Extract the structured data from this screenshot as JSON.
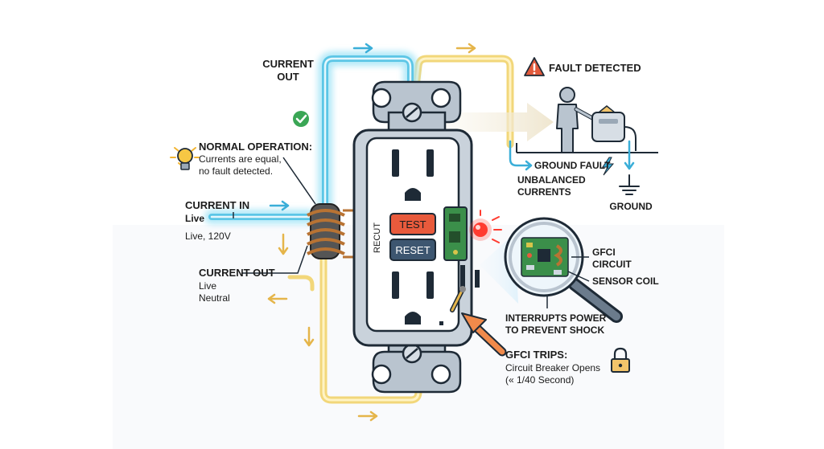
{
  "labels": {
    "current_out_top_1": "CURRENT",
    "current_out_top_2": "OUT",
    "normal_title": "NORMAL OPERATION:",
    "normal_line1": "Currents are equal,",
    "normal_line2": "no fault detected.",
    "current_in": "CURRENT IN",
    "current_in_live": "Live",
    "current_in_voltage": "Live, 120V",
    "current_out_bottom": "CURRENT OUT",
    "current_out_live": "Live",
    "current_out_neutral": "Neutral",
    "fault_detected": "FAULT DETECTED",
    "ground_fault": "GROUND FAULT",
    "unbalanced_1": "UNBALANCED",
    "unbalanced_2": "CURRENTS",
    "ground": "GROUND",
    "gfci_circuit_1": "GFCI",
    "gfci_circuit_2": "CIRCUIT",
    "sensor_coil": "SENSOR COIL",
    "interrupts_1": "INTERRUPTS POWER",
    "interrupts_2": "TO PREVENT SHOCK",
    "gfci_trips": "GFCI TRIPS:",
    "breaker_opens": "Circuit Breaker Opens",
    "breaker_time": "(« 1/40 Second)",
    "outlet_side_text": "RECUT",
    "test_button": "TEST",
    "reset_button": "RESET"
  },
  "icons": {
    "check": "check-icon",
    "bulb": "lightbulb-icon",
    "warning": "warning-icon",
    "lightning": "lightning-icon",
    "lock": "lock-icon",
    "magnifier": "magnifier-icon",
    "ground_symbol": "ground-icon"
  },
  "colors": {
    "live_wire": "#5cc6e6",
    "live_glow": "#a9e6f7",
    "neutral_wire": "#f2d77a",
    "neutral_core": "#fff3c4",
    "copper": "#b87333",
    "test_button": "#e85a3c",
    "reset_button": "#3d5670",
    "indicator": "#ff3b30",
    "check": "#3aa655",
    "warning": "#e25a3c",
    "arrow_orange": "#f08a4b"
  }
}
